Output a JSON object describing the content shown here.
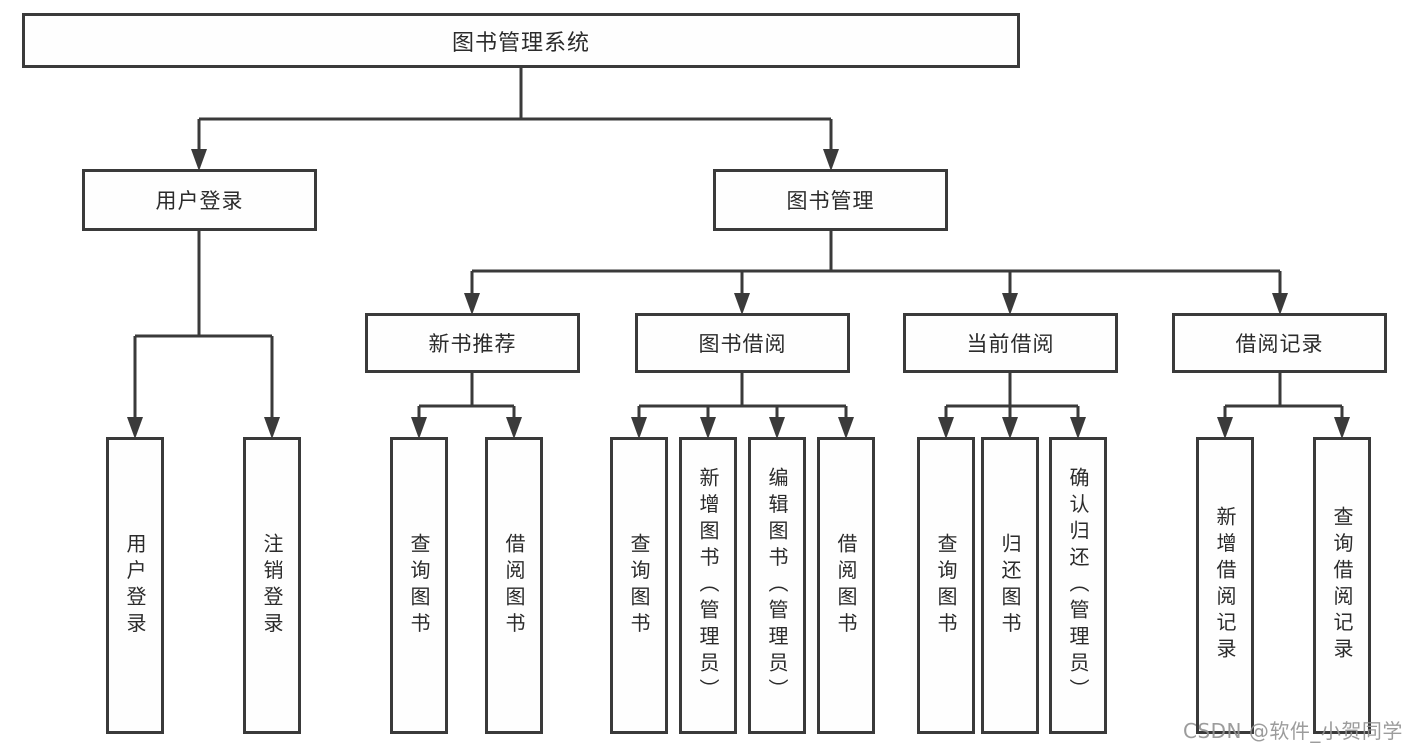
{
  "diagram": {
    "type": "hierarchy-tree",
    "root": "图书管理系统",
    "level2": [
      "用户登录",
      "图书管理"
    ],
    "level3": [
      "新书推荐",
      "图书借阅",
      "当前借阅",
      "借阅记录"
    ],
    "leaves": {
      "user_login": [
        "用户登录",
        "注销登录"
      ],
      "new_book": [
        "查询图书",
        "借阅图书"
      ],
      "book_borrow": [
        "查询图书",
        "新增图书（管理员）",
        "编辑图书（管理员）",
        "借阅图书"
      ],
      "current_borrow": [
        "查询图书",
        "归还图书",
        "确认归还（管理员）"
      ],
      "borrow_records": [
        "新增借阅记录",
        "查询借阅记录"
      ]
    },
    "tree": {
      "label": "图书管理系统",
      "children": [
        {
          "label": "用户登录",
          "children": [
            "用户登录",
            "注销登录"
          ]
        },
        {
          "label": "图书管理",
          "children": [
            {
              "label": "新书推荐",
              "children": [
                "查询图书",
                "借阅图书"
              ]
            },
            {
              "label": "图书借阅",
              "children": [
                "查询图书",
                "新增图书（管理员）",
                "编辑图书（管理员）",
                "借阅图书"
              ]
            },
            {
              "label": "当前借阅",
              "children": [
                "查询图书",
                "归还图书",
                "确认归还（管理员）"
              ]
            },
            {
              "label": "借阅记录",
              "children": [
                "新增借阅记录",
                "查询借阅记录"
              ]
            }
          ]
        }
      ]
    },
    "colors": {
      "line": "#3a3a3a",
      "text": "#2b2b2b",
      "background": "#ffffff",
      "watermark": "#949494"
    }
  },
  "watermark": "CSDN @软件_小贺同学"
}
